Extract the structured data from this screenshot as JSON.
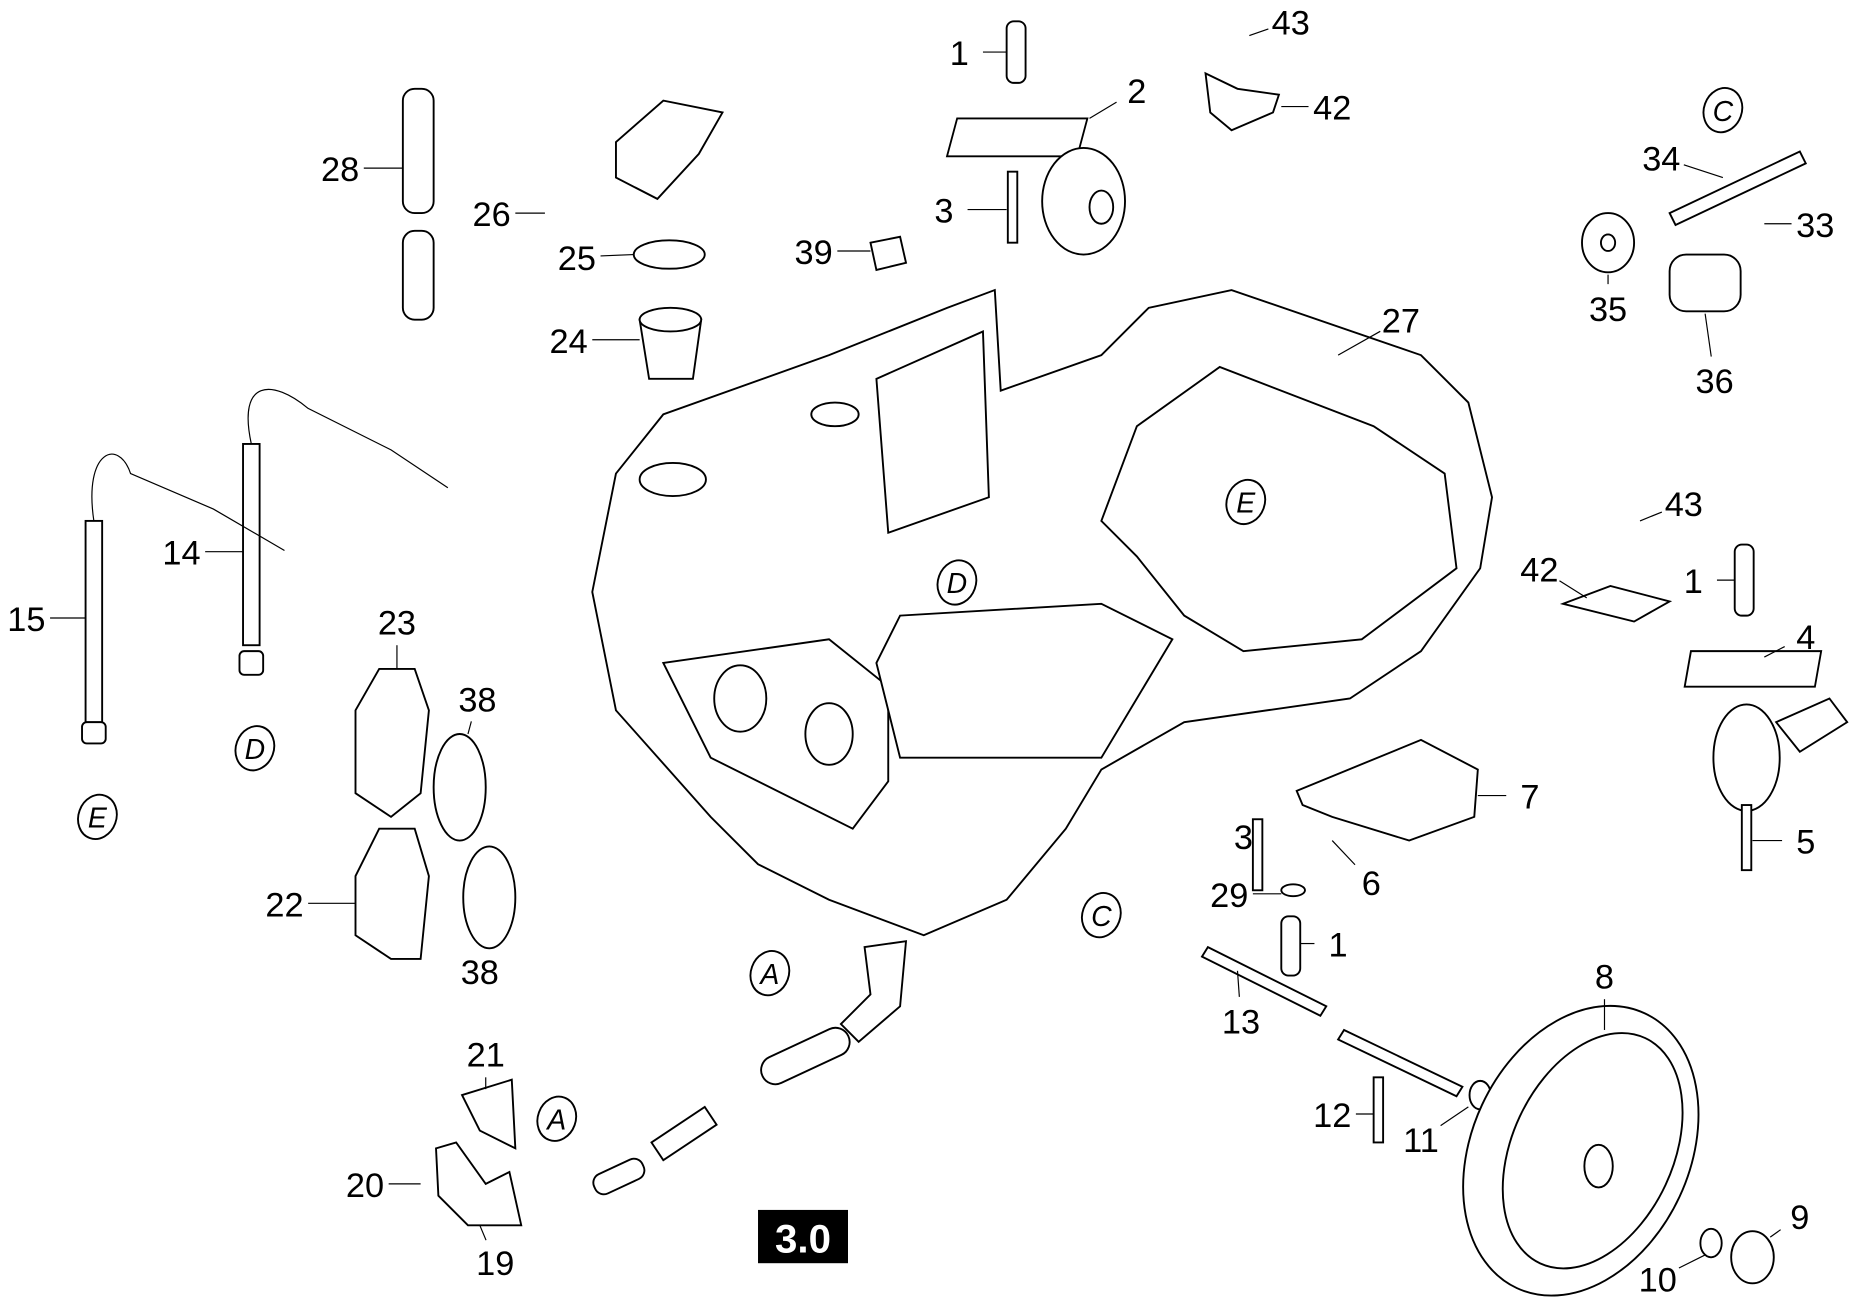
{
  "diagram": {
    "callouts": [
      "1",
      "2",
      "3",
      "43",
      "42",
      "34",
      "33",
      "35",
      "36",
      "28",
      "26",
      "25",
      "39",
      "24",
      "27",
      "14",
      "15",
      "23",
      "38",
      "43",
      "42",
      "1",
      "4",
      "7",
      "5",
      "3",
      "6",
      "22",
      "38",
      "29",
      "1",
      "13",
      "8",
      "21",
      "12",
      "11",
      "20",
      "19",
      "9",
      "10"
    ],
    "reference_markers": [
      "C",
      "E",
      "D",
      "E",
      "D",
      "C",
      "A",
      "A"
    ],
    "section_label": "3.0",
    "colors": {
      "line": "#000000",
      "background": "#ffffff",
      "section_label_bg": "#000000",
      "section_label_text": "#ffffff"
    }
  }
}
